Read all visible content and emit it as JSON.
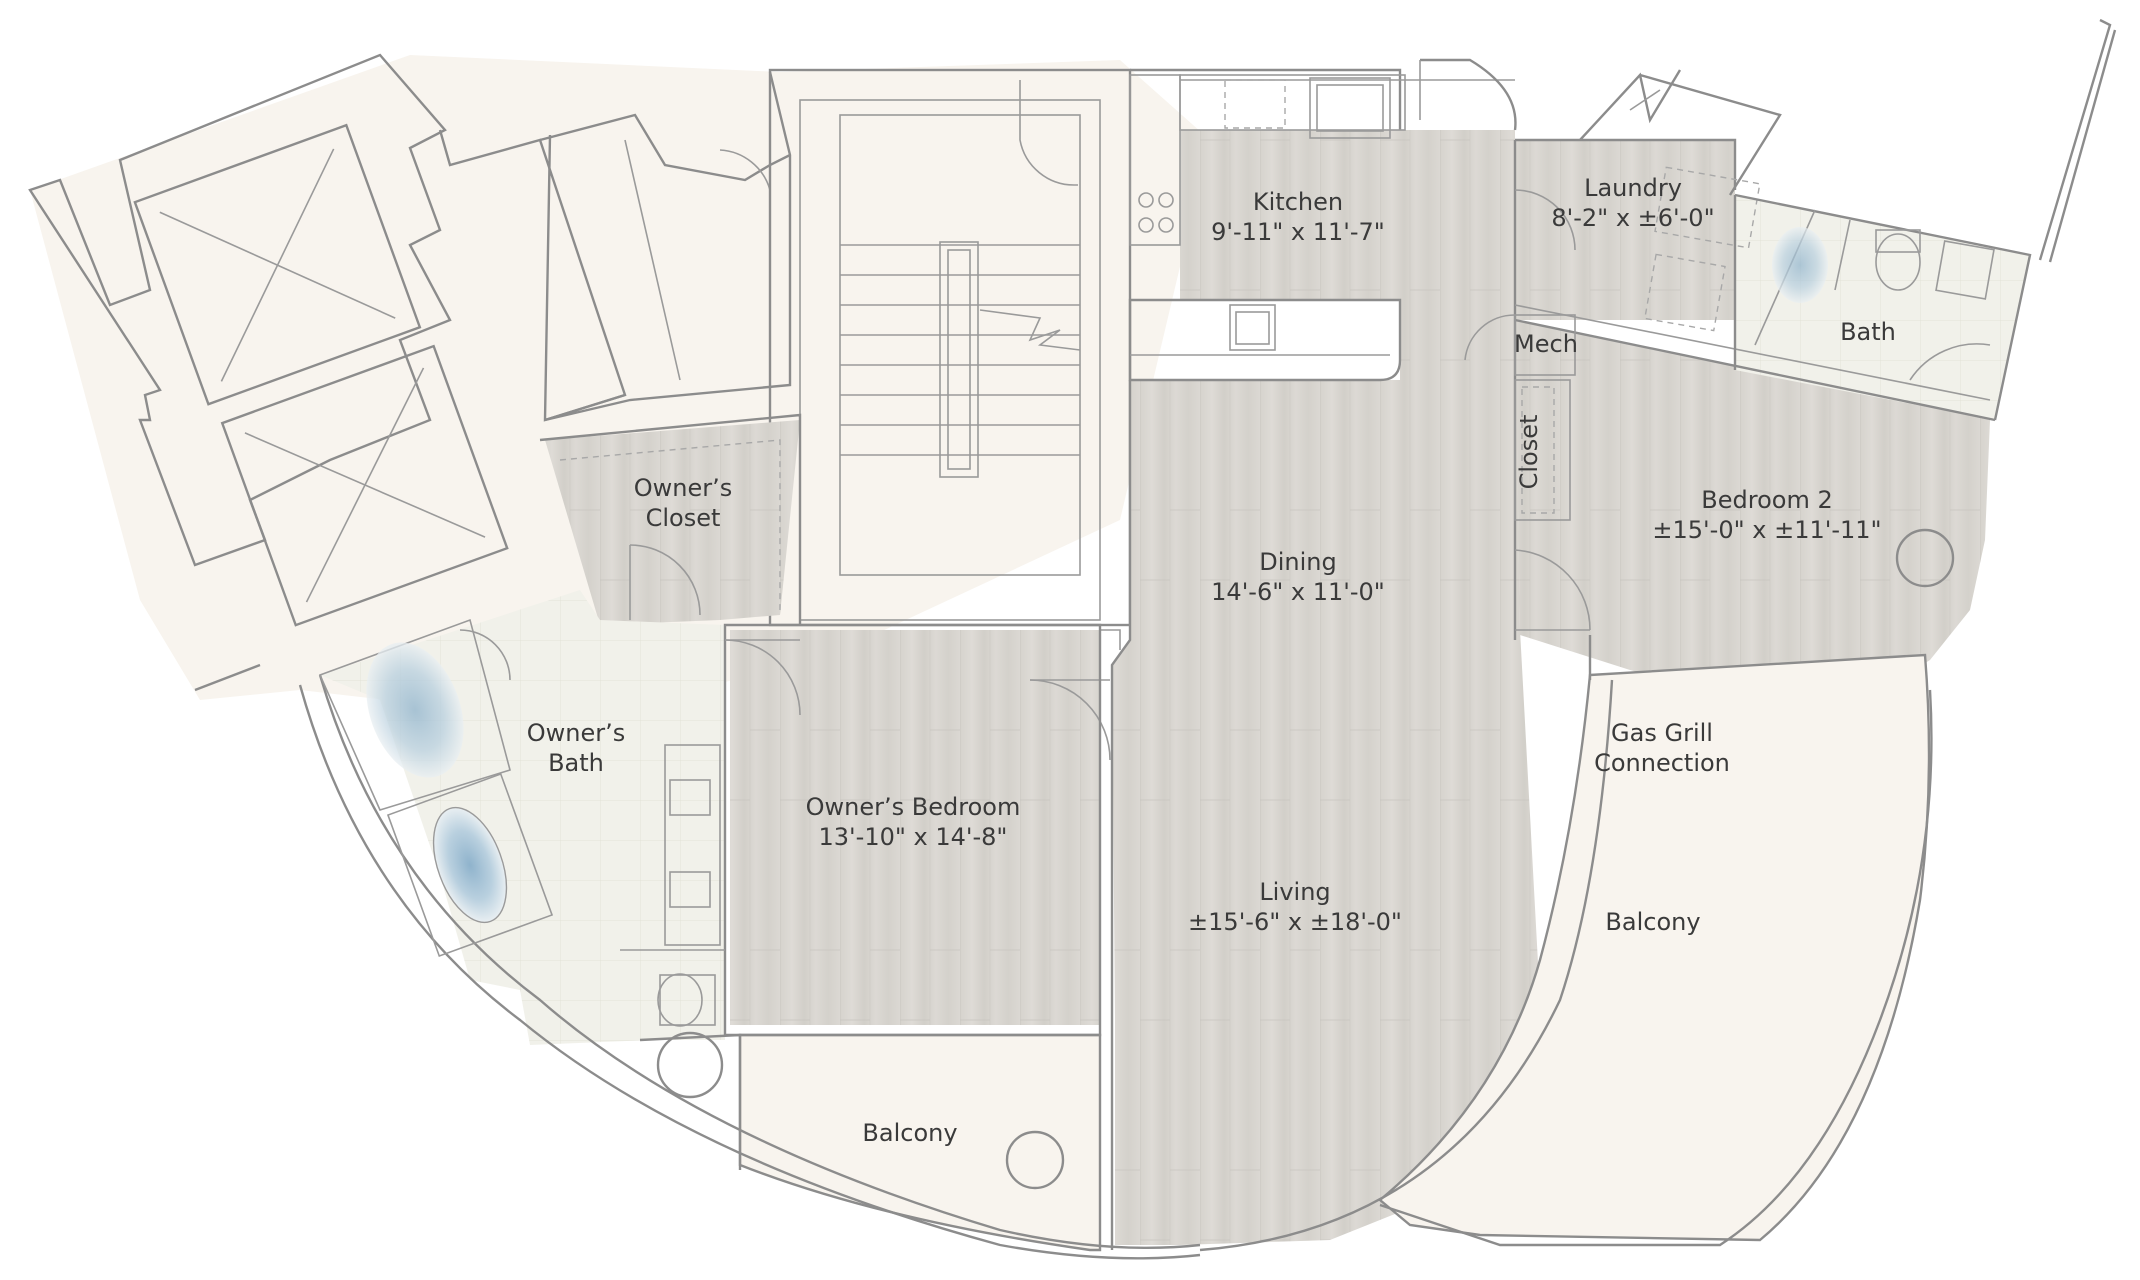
{
  "rooms": {
    "kitchen": {
      "name": "Kitchen",
      "size": "9'-11\" x 11'-7\""
    },
    "laundry": {
      "name": "Laundry",
      "size": "8'-2\" x ±6'-0\""
    },
    "mech": {
      "name": "Mech"
    },
    "bath": {
      "name": "Bath"
    },
    "closet": {
      "name": "Closet"
    },
    "bedroom2": {
      "name": "Bedroom 2",
      "size": "±15'-0\" x ±11'-11\""
    },
    "owners_closet": {
      "line1": "Owner’s",
      "line2": "Closet"
    },
    "dining": {
      "name": "Dining",
      "size": "14'-6\" x 11'-0\""
    },
    "owners_bath": {
      "line1": "Owner’s",
      "line2": "Bath"
    },
    "owners_bedroom": {
      "name": "Owner’s Bedroom",
      "size": "13'-10\" x 14'-8\""
    },
    "living": {
      "name": "Living",
      "size": "±15'-6\" x ±18'-0\""
    },
    "gas_grill": {
      "line1": "Gas Grill",
      "line2": "Connection"
    },
    "balcony_right": {
      "name": "Balcony"
    },
    "balcony_bottom": {
      "name": "Balcony"
    }
  },
  "colors": {
    "wood": "#d9d6d0",
    "cream": "#f8f4ee",
    "tile": "#f1f1ea",
    "wall": "#8c8c8c",
    "fixture_blue": "#a9c6da",
    "text": "#3a3a3a"
  }
}
